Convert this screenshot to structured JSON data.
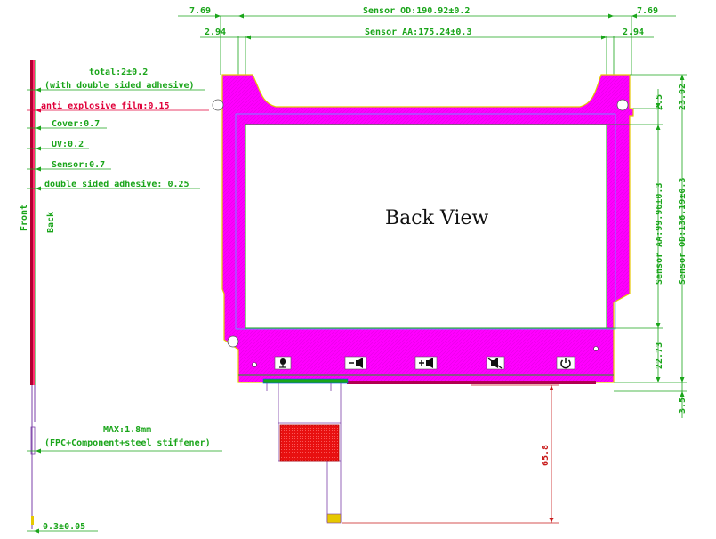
{
  "colors": {
    "dimension_green": "#1aa51a",
    "warning_red": "#e0003a",
    "dimension_red": "#c81a1a",
    "frame_magenta": "#ff00ff",
    "stiffener_red": "#e01010",
    "window_white": "#ffffff",
    "outline_yellow": "#e6c800",
    "fpc_purple": "#7b3fa8"
  },
  "view_title": "Back View",
  "top_dimensions": {
    "left_margin_outer": "7.69",
    "sensor_od": "Sensor OD:190.92±0.2",
    "right_margin_outer": "7.69",
    "left_margin_inner": "2.94",
    "sensor_aa": "Sensor AA:175.24±0.3",
    "right_margin_inner": "2.94"
  },
  "right_dimensions": {
    "top_aa_offset": "2.5",
    "top_od_offset": "23.02",
    "sensor_aa_height": "Sensor AA:99.96±0.3",
    "sensor_od_height": "Sensor OD:136.19±0.3",
    "bottom_aa_offset": "22.73",
    "bottom_od_offset": "3.5"
  },
  "fpc_length": "65.8",
  "stack_labels": {
    "total": "total:2±0.2",
    "total_note": "(with double sided adhesive)",
    "anti_explosive": "anti explosive film:0.15",
    "cover": "Cover:0.7",
    "uv": "UV:0.2",
    "sensor": "Sensor:0.7",
    "adhesive": "double sided adhesive: 0.25"
  },
  "side_labels": {
    "front": "Front",
    "back": "Back"
  },
  "fpc_labels": {
    "max": "MAX:1.8mm",
    "components": "(FPC+Component+steel stiffener)",
    "thickness": "0.3±0.05"
  },
  "buttons": [
    {
      "icon": "microphone-icon"
    },
    {
      "icon": "volume-down-icon"
    },
    {
      "icon": "volume-up-icon"
    },
    {
      "icon": "mute-icon"
    },
    {
      "icon": "power-icon"
    }
  ]
}
